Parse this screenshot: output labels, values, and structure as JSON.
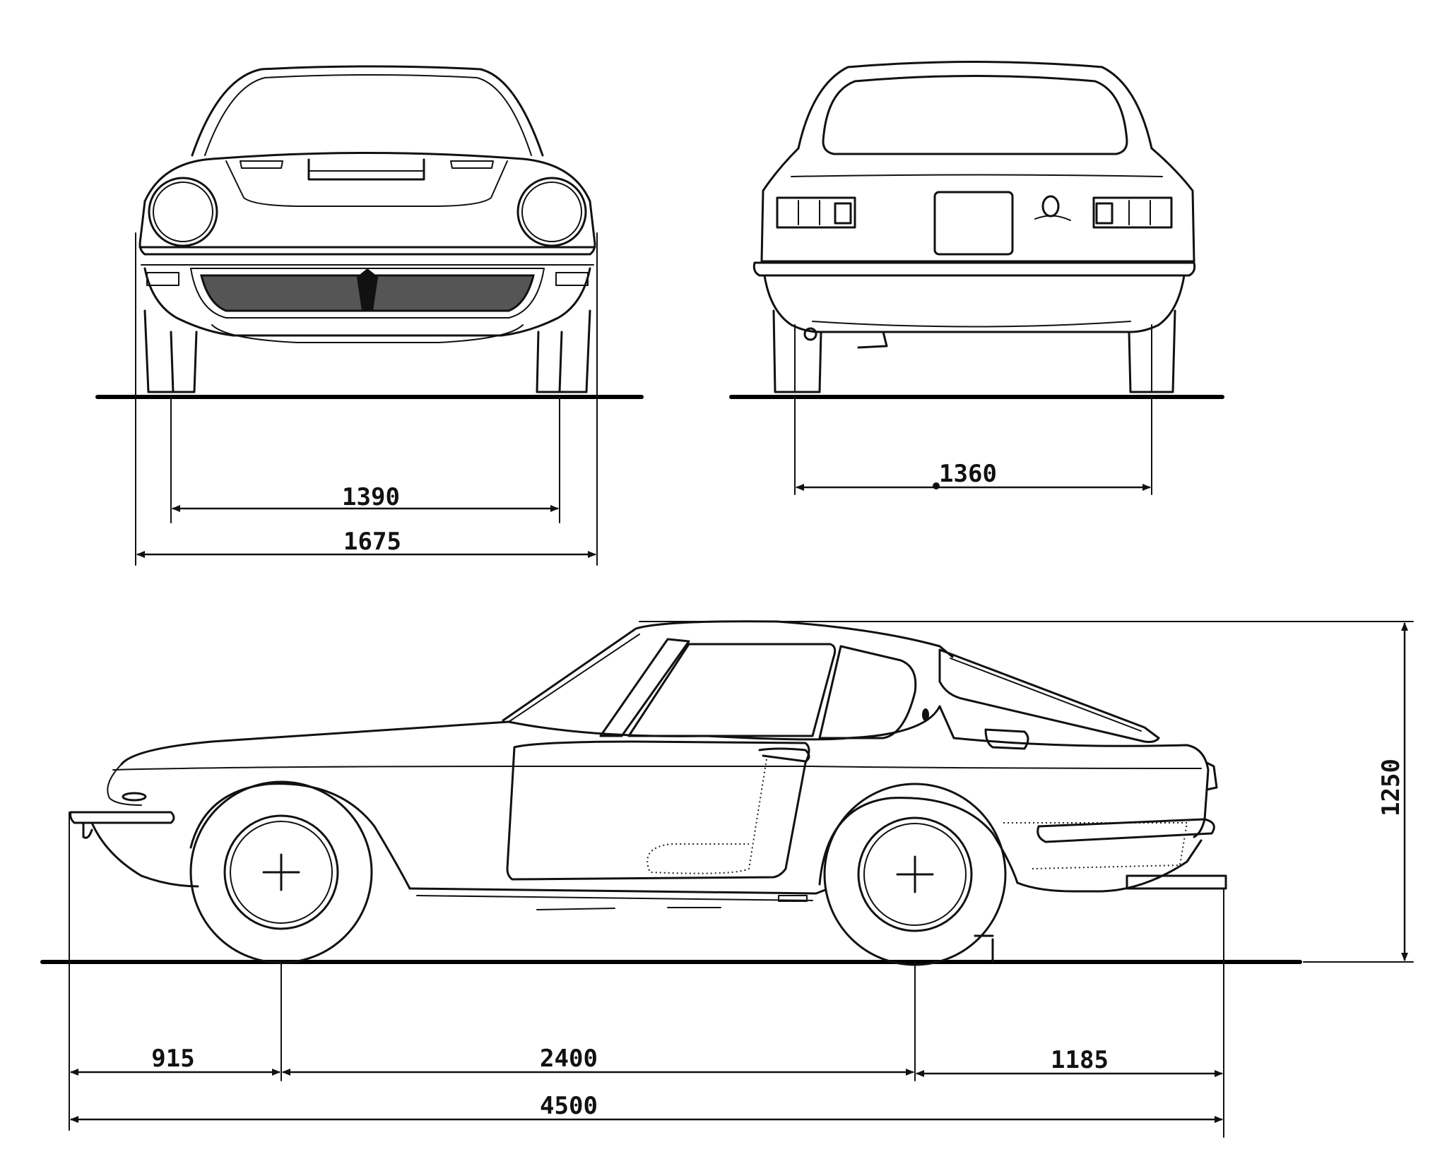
{
  "dimensions": {
    "front_track": "1390",
    "overall_width": "1675",
    "rear_track": "1360",
    "height": "1250",
    "front_overhang": "915",
    "wheelbase": "2400",
    "rear_overhang": "1185",
    "overall_length": "4500"
  },
  "colors": {
    "ink": "#111111",
    "paper": "#ffffff"
  }
}
